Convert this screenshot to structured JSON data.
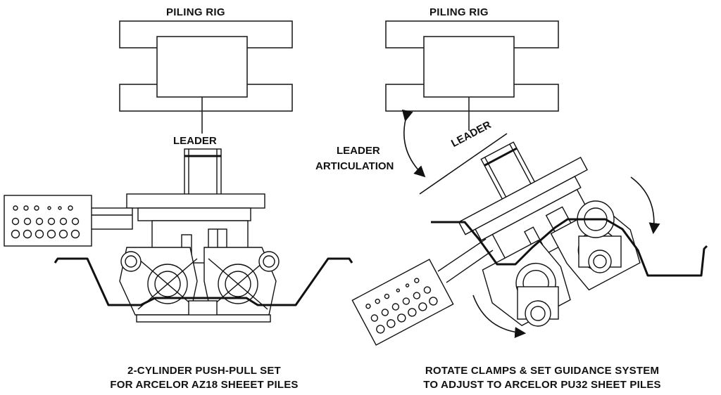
{
  "left_panel": {
    "rig_label": "PILING RIG",
    "leader_label": "LEADER",
    "caption_line1": "2-CYLINDER PUSH-PULL SET",
    "caption_line2": "FOR ARCELOR AZ18 SHEEET PILES"
  },
  "right_panel": {
    "rig_label": "PILING RIG",
    "leader_label": "LEADER",
    "articulation_line1": "LEADER",
    "articulation_line2": "ARTICULATION",
    "caption_line1": "ROTATE CLAMPS & SET GUIDANCE SYSTEM",
    "caption_line2": "TO ADJUST TO ARCELOR PU32 SHEET PILES"
  }
}
